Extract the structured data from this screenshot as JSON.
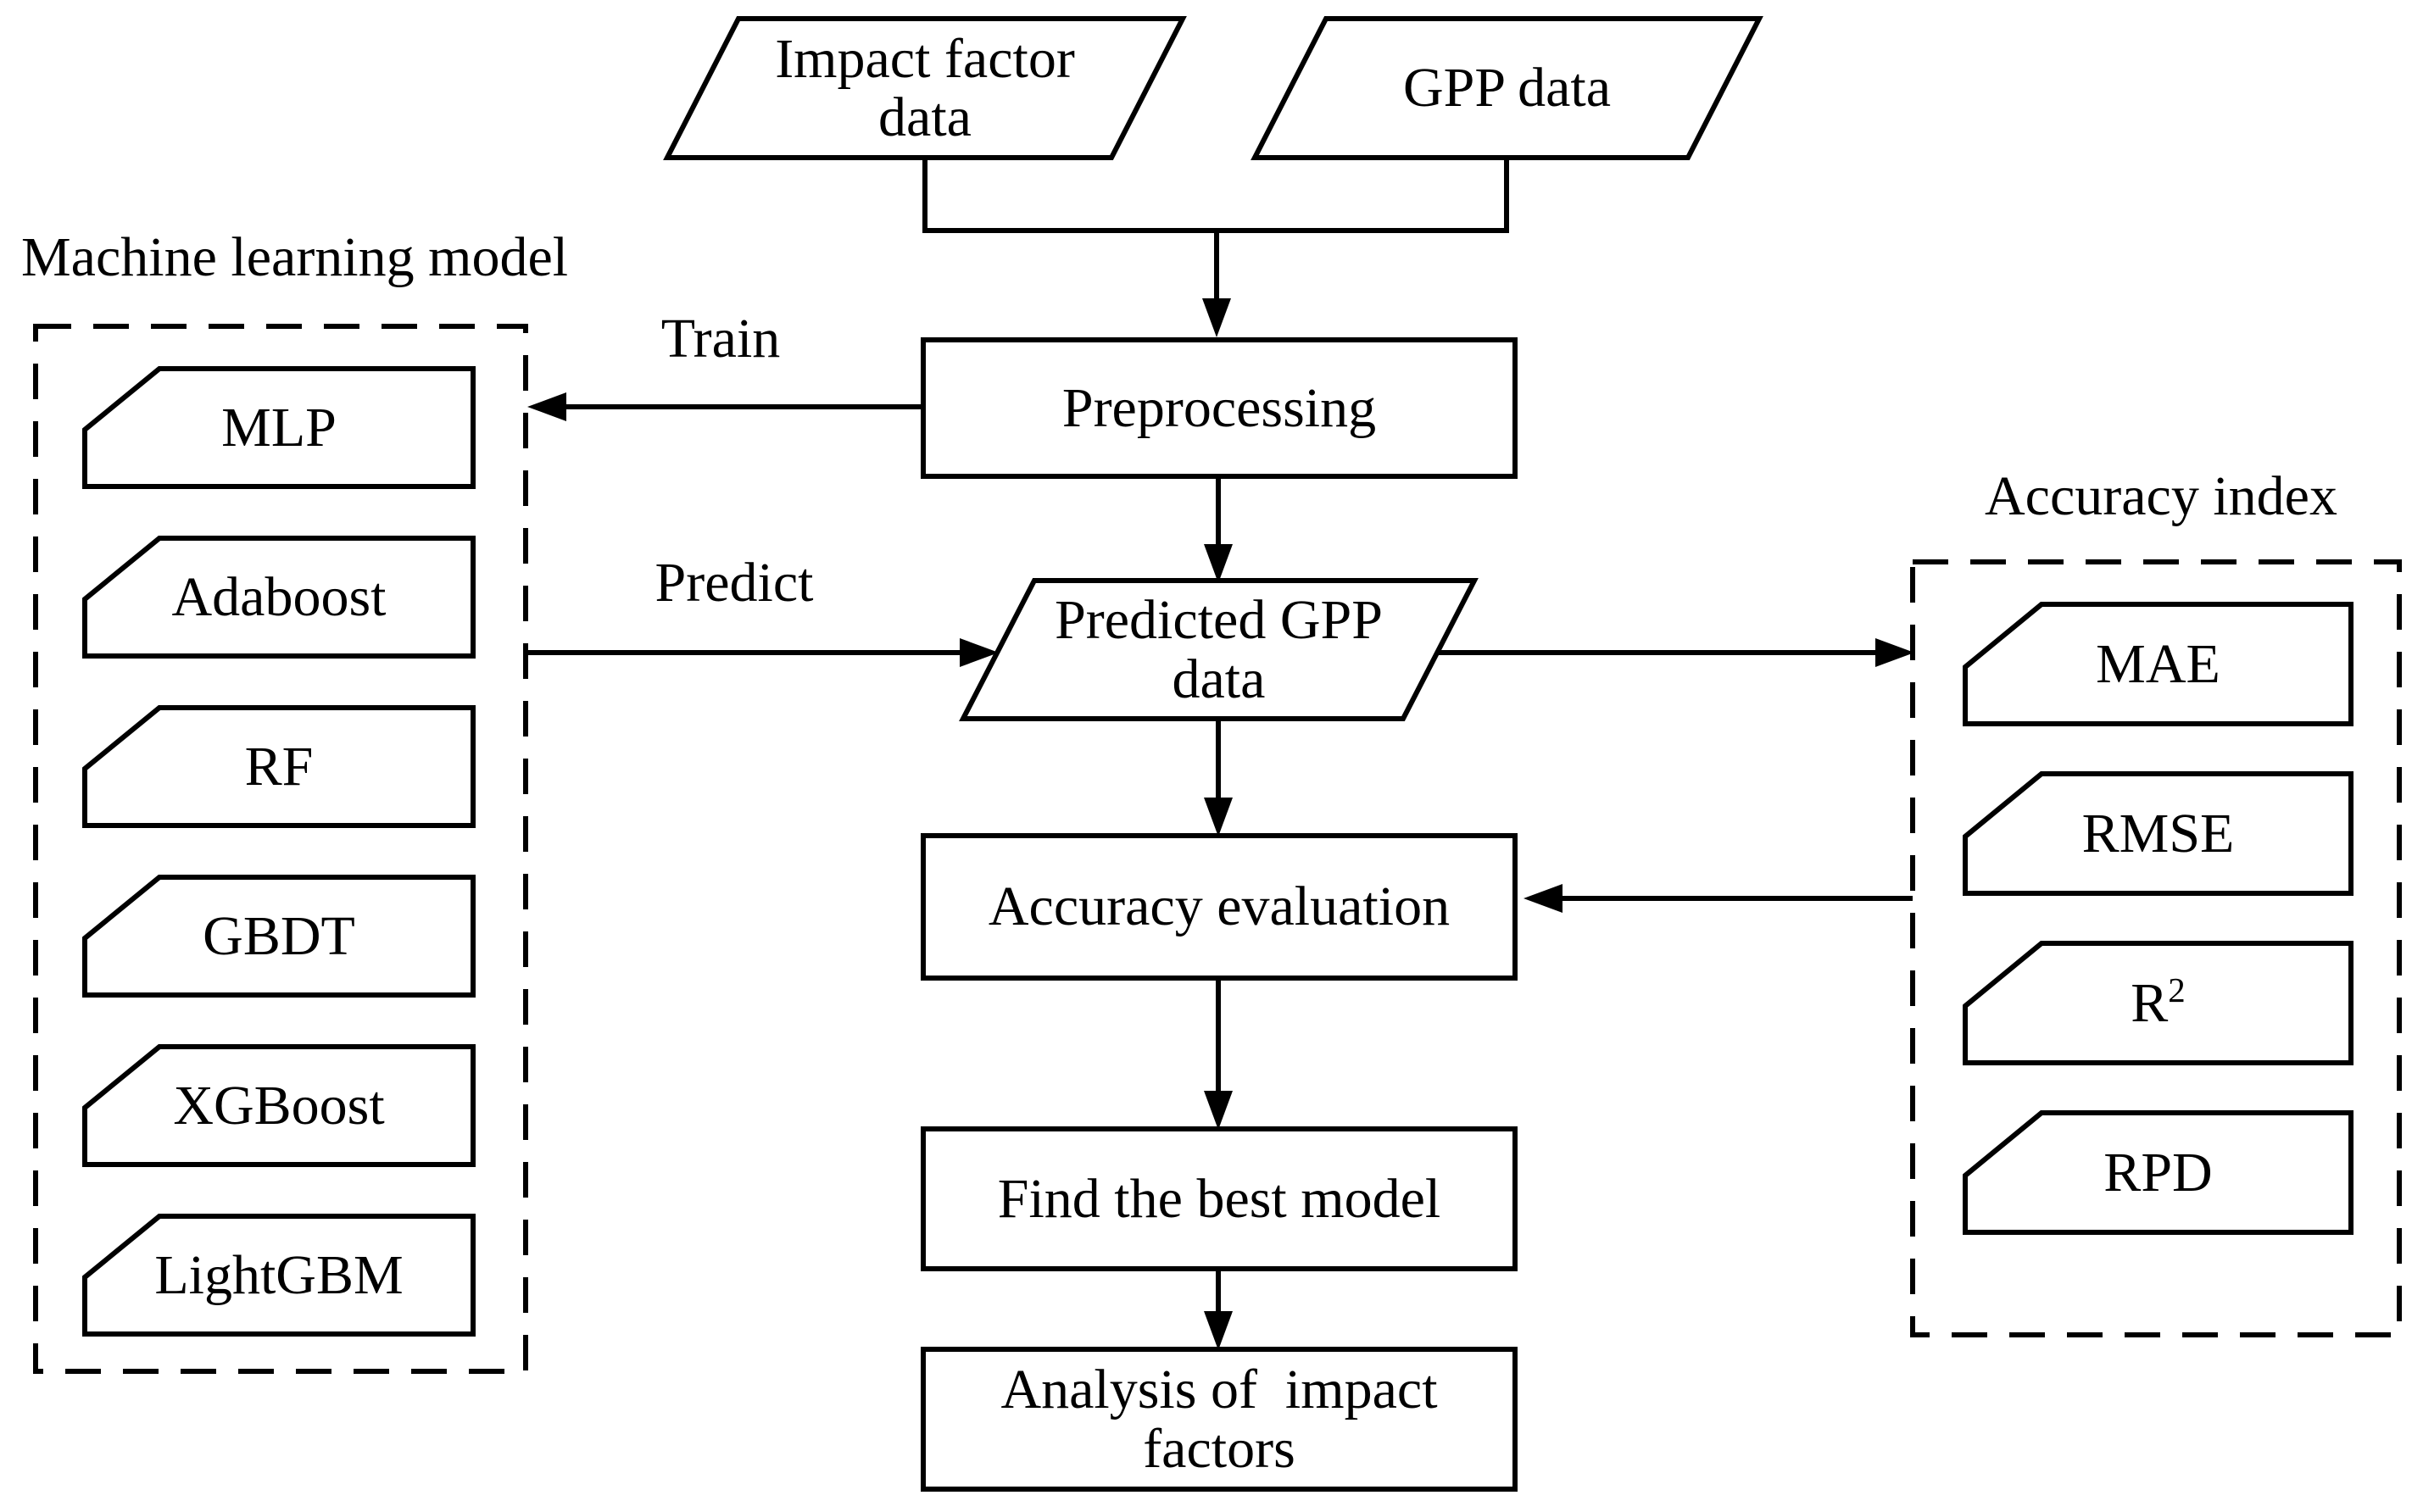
{
  "diagram": {
    "type": "flowchart",
    "colors": {
      "line": "#000000",
      "background": "#ffffff",
      "text": "#000000"
    }
  },
  "groups": {
    "ml": {
      "title": "Machine learning model",
      "items": [
        "MLP",
        "Adaboost",
        "RF",
        "GBDT",
        "XGBoost",
        "LightGBM"
      ]
    },
    "accuracy": {
      "title": "Accuracy index",
      "items": [
        {
          "label": "MAE"
        },
        {
          "label": "RMSE"
        },
        {
          "label": "R",
          "sup": "2"
        },
        {
          "label": "RPD"
        }
      ]
    }
  },
  "nodes": {
    "impact_factor_data": {
      "lines": [
        "Impact factor",
        "data"
      ]
    },
    "gpp_data": {
      "label": "GPP data"
    },
    "preprocessing": {
      "label": "Preprocessing"
    },
    "predicted_gpp_data": {
      "lines": [
        "Predicted GPP",
        "data"
      ]
    },
    "accuracy_evaluation": {
      "label": "Accuracy evaluation"
    },
    "find_best_model": {
      "label": "Find the best model"
    },
    "analysis_impact_factors": {
      "lines": [
        "Analysis of  impact",
        "factors"
      ]
    }
  },
  "edge_labels": {
    "train": "Train",
    "predict": "Predict"
  }
}
